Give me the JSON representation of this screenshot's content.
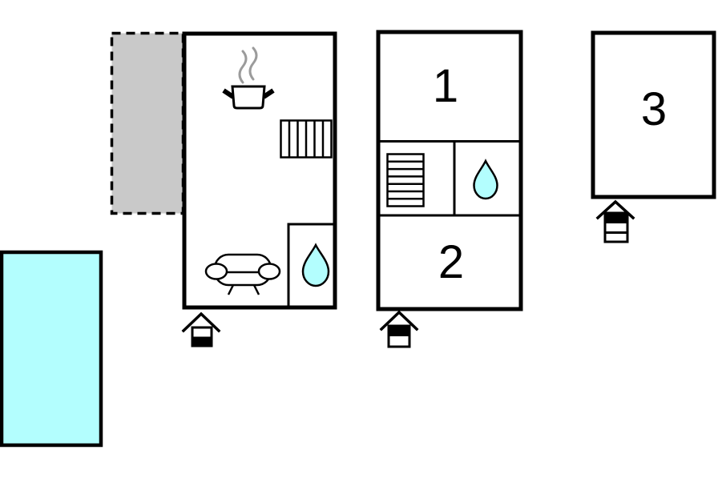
{
  "rooms": {
    "unit1": "1",
    "unit2": "2",
    "unit3": "3"
  },
  "colors": {
    "water": "#b3fefe",
    "terrace": "#c9c9c9",
    "wall": "#000000",
    "steam": "#9b9b9b",
    "background": "#ffffff"
  },
  "icons": {
    "kitchen": "cooking-pot-with-steam-icon",
    "main_stairs": "stairs-icon",
    "living_room": "sofa-icon",
    "main_bathroom": "water-drop-icon",
    "unit_stairs": "stairs-icon",
    "unit_bathroom": "water-drop-icon",
    "entrance_marker": "house-entrance-icon"
  }
}
